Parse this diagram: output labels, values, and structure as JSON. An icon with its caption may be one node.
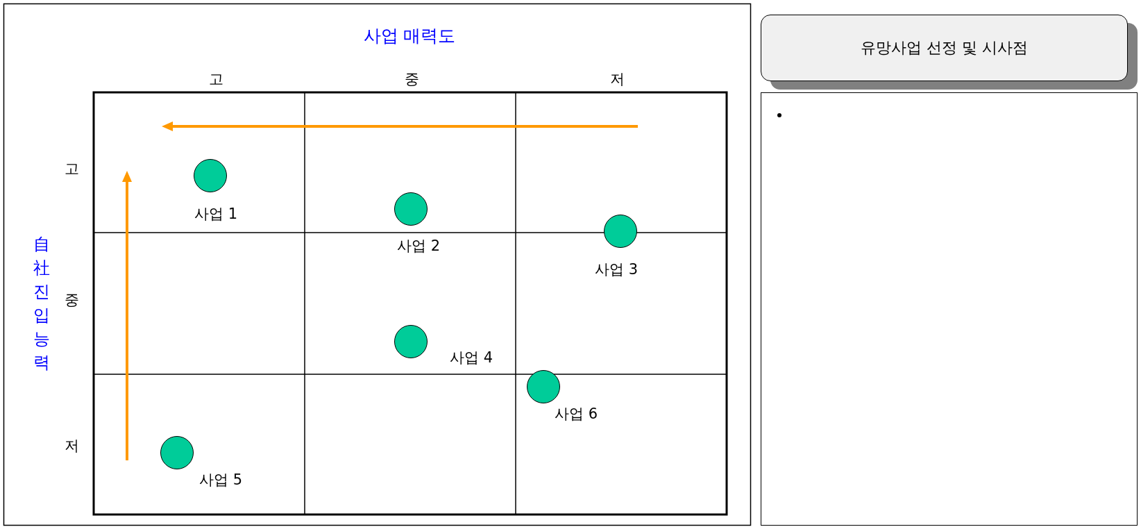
{
  "diagram": {
    "nodes": [
      {
        "text": [],
        "shape": "circle",
        "beside": [
          "사업 1"
        ]
      },
      {
        "text": [],
        "shape": "circle",
        "beside": [
          "사업 2"
        ]
      },
      {
        "text": [],
        "shape": "circle",
        "beside": [
          "사업 3"
        ]
      },
      {
        "text": [],
        "shape": "circle",
        "beside": [
          "사업 4"
        ]
      },
      {
        "text": [],
        "shape": "circle",
        "beside": [
          "사업 6"
        ]
      },
      {
        "text": [],
        "shape": "circle",
        "beside": [
          "사업 5"
        ]
      },
      {
        "text": [
          "유망사업 선정 및 시사점"
        ]
      },
      {
        "text": [],
        "shape": "box"
      }
    ],
    "labels": [
      "사업 매력도",
      "고",
      "중",
      "저",
      "고",
      "중",
      "저",
      "自社진입능력"
    ]
  }
}
